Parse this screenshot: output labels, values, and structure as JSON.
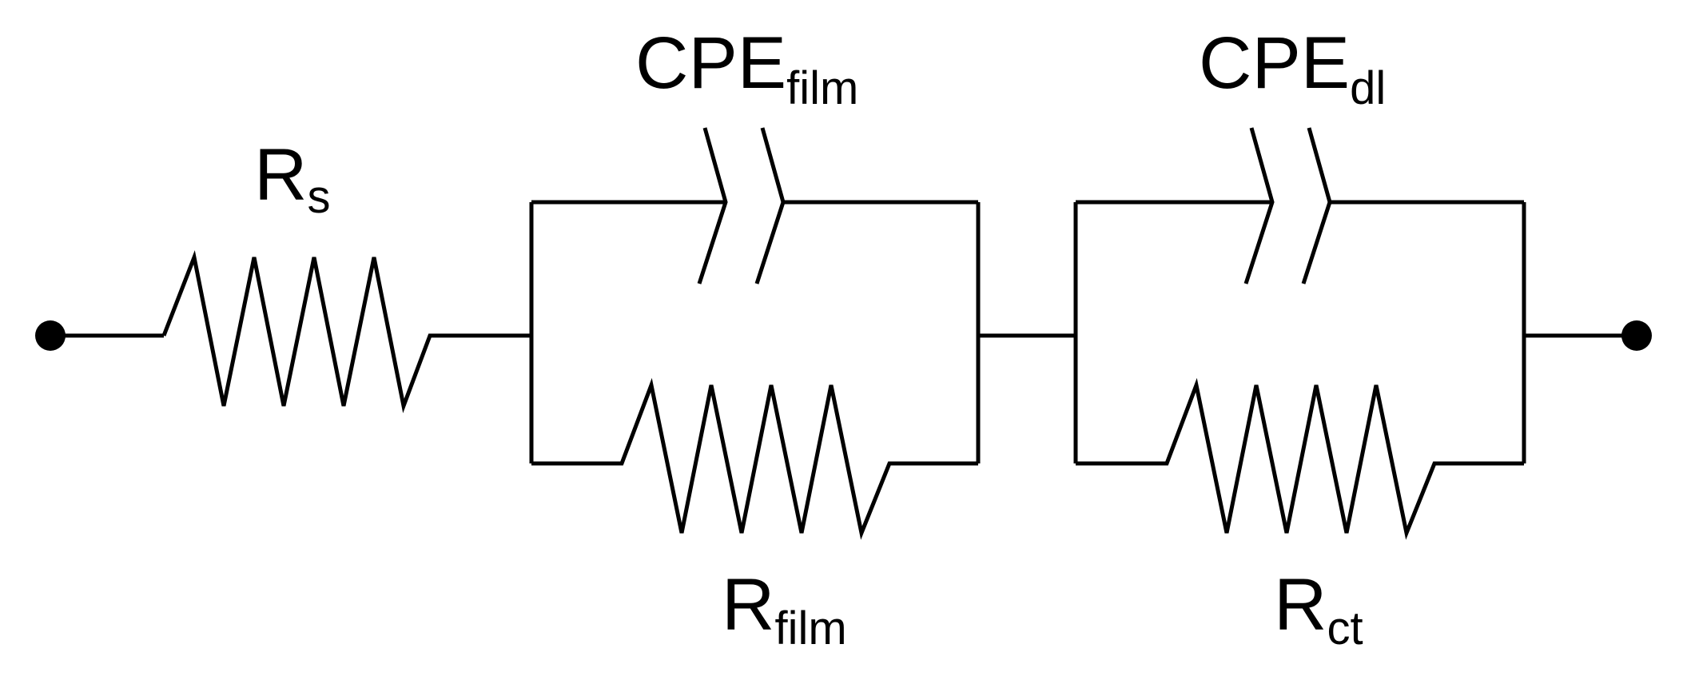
{
  "diagram": {
    "type": "equivalent-circuit",
    "labels": {
      "rs": {
        "main": "R",
        "sub": "s"
      },
      "cpe_film": {
        "main": "CPE",
        "sub": "film"
      },
      "cpe_dl": {
        "main": "CPE",
        "sub": "dl"
      },
      "r_film": {
        "main": "R",
        "sub": "film"
      },
      "r_ct": {
        "main": "R",
        "sub": "ct"
      }
    },
    "components": [
      {
        "id": "rs",
        "kind": "resistor",
        "connection": "series"
      },
      {
        "id": "cpe_film",
        "kind": "constant-phase-element",
        "connection": "parallel",
        "group": "film"
      },
      {
        "id": "r_film",
        "kind": "resistor",
        "connection": "parallel",
        "group": "film"
      },
      {
        "id": "cpe_dl",
        "kind": "constant-phase-element",
        "connection": "parallel",
        "group": "double-layer"
      },
      {
        "id": "r_ct",
        "kind": "resistor",
        "connection": "parallel",
        "group": "double-layer"
      }
    ],
    "color": "#000000"
  }
}
